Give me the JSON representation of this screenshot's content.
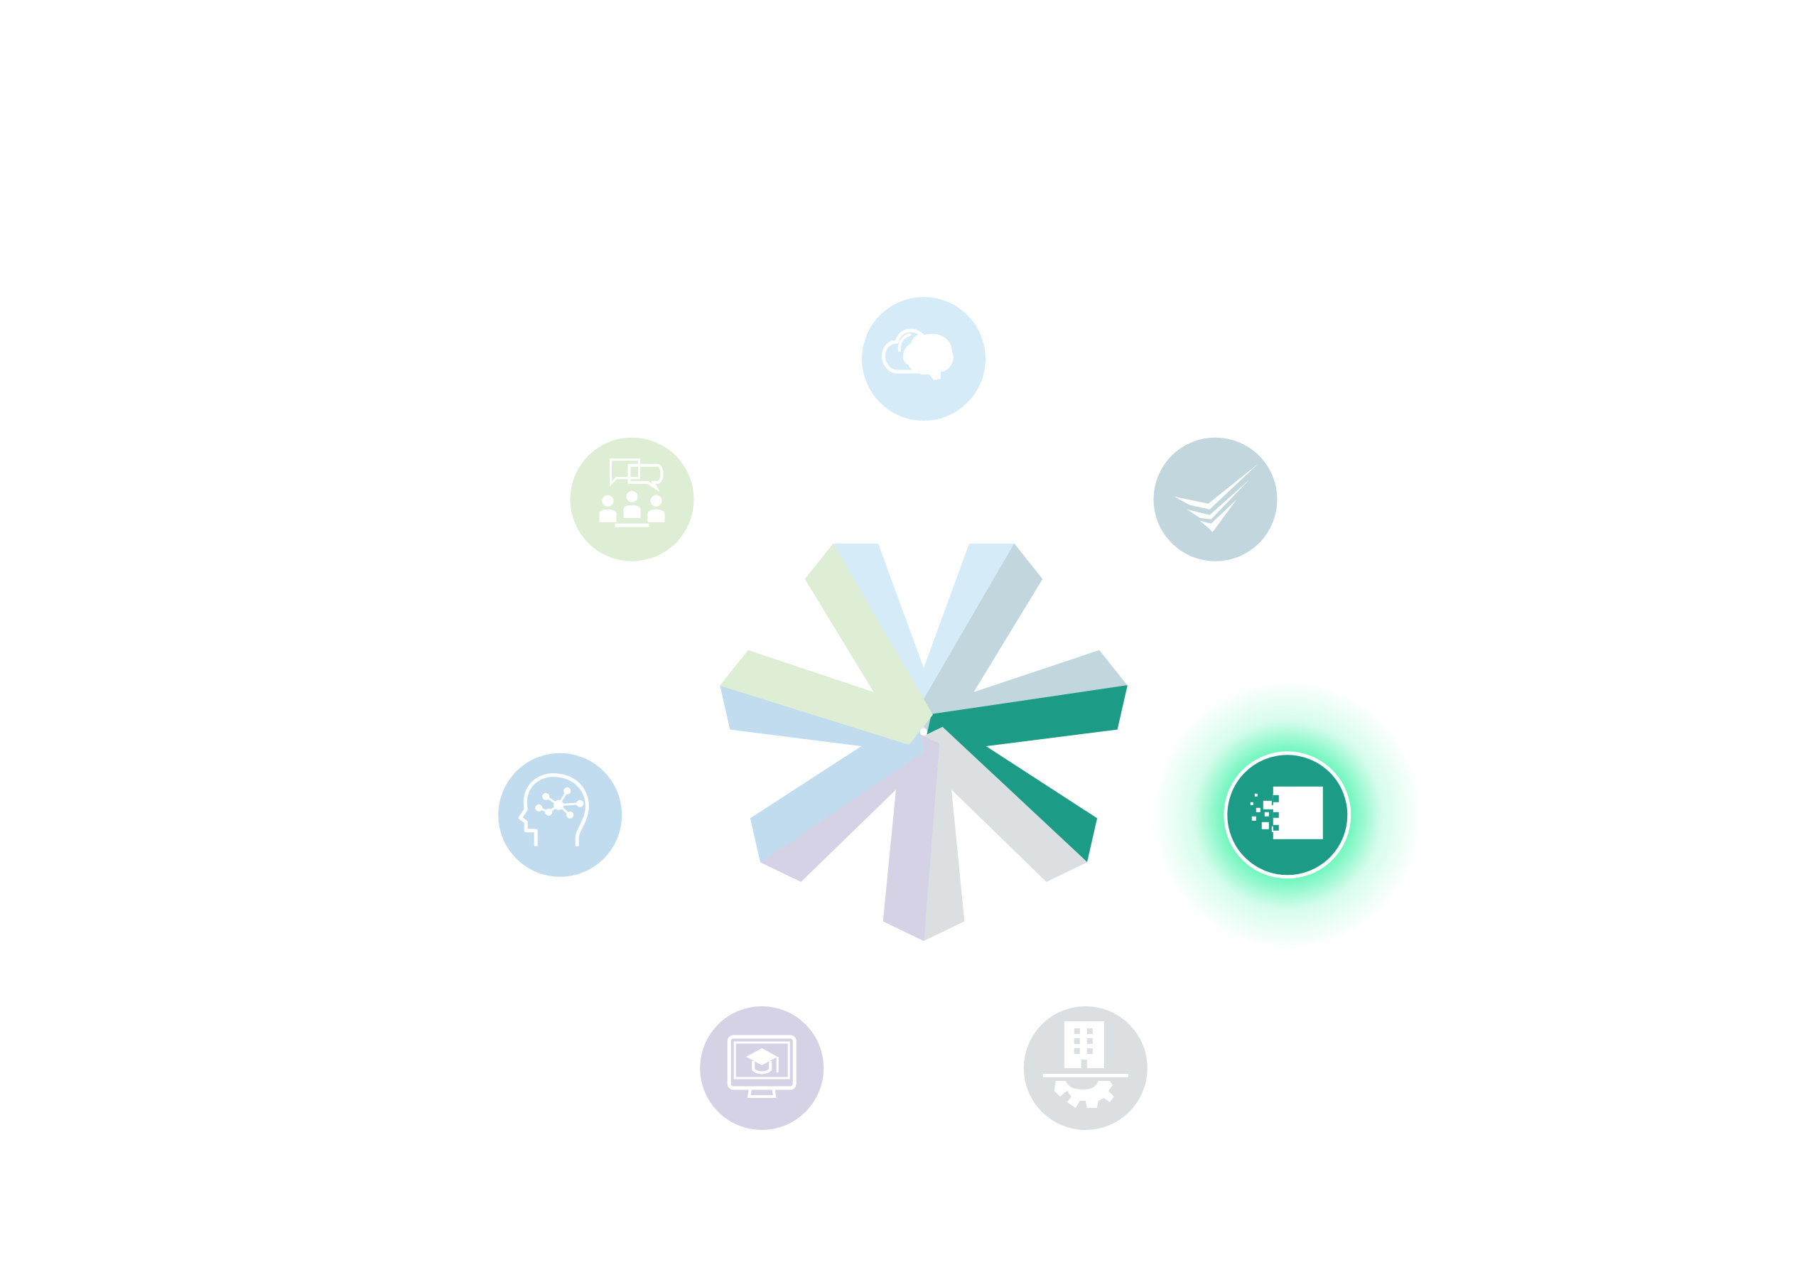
{
  "diagram": {
    "type": "radial-icon-wheel",
    "active_segment": "data",
    "glow_color": "#5cf5b5",
    "icon_line_color": "#ffffff",
    "segments": [
      {
        "id": "cloud",
        "icon": "cloud-brain-icon",
        "chevron_color": "#d5ebf8",
        "circle_color": "#d5ebf8"
      },
      {
        "id": "strategy",
        "icon": "layered-checkmark-icon",
        "chevron_color": "#c1d7dd",
        "circle_color": "#c1d7dd"
      },
      {
        "id": "data",
        "icon": "pixel-data-square-icon",
        "chevron_color": "#1c9c86",
        "circle_color": "#1c9c86"
      },
      {
        "id": "operations",
        "icon": "building-gear-icon",
        "chevron_color": "#dcdfe1",
        "circle_color": "#dcdfe1"
      },
      {
        "id": "learning",
        "icon": "monitor-graduation-icon",
        "chevron_color": "#d6d2e6",
        "circle_color": "#d6d2e6"
      },
      {
        "id": "ai",
        "icon": "head-network-icon",
        "chevron_color": "#c1dcee",
        "circle_color": "#c1dcee"
      },
      {
        "id": "community",
        "icon": "people-chat-icon",
        "chevron_color": "#deeed5",
        "circle_color": "#deeed5"
      }
    ]
  }
}
